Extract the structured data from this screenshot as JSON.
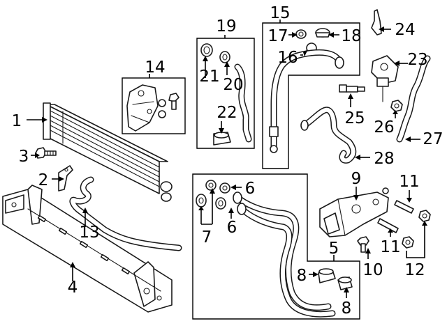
{
  "callouts": {
    "c1": "1",
    "c2": "2",
    "c3": "3",
    "c4": "4",
    "c5": "5",
    "c6a": "6",
    "c6b": "6",
    "c7": "7",
    "c8a": "8",
    "c8b": "8",
    "c9": "9",
    "c10": "10",
    "c11a": "11",
    "c11b": "11",
    "c12": "12",
    "c13": "13",
    "c14": "14",
    "c15": "15",
    "c16": "16",
    "c17": "17",
    "c18": "18",
    "c19": "19",
    "c20": "20",
    "c21": "21",
    "c22": "22",
    "c23": "23",
    "c24": "24",
    "c25": "25",
    "c26": "26",
    "c27": "27",
    "c28": "28"
  }
}
